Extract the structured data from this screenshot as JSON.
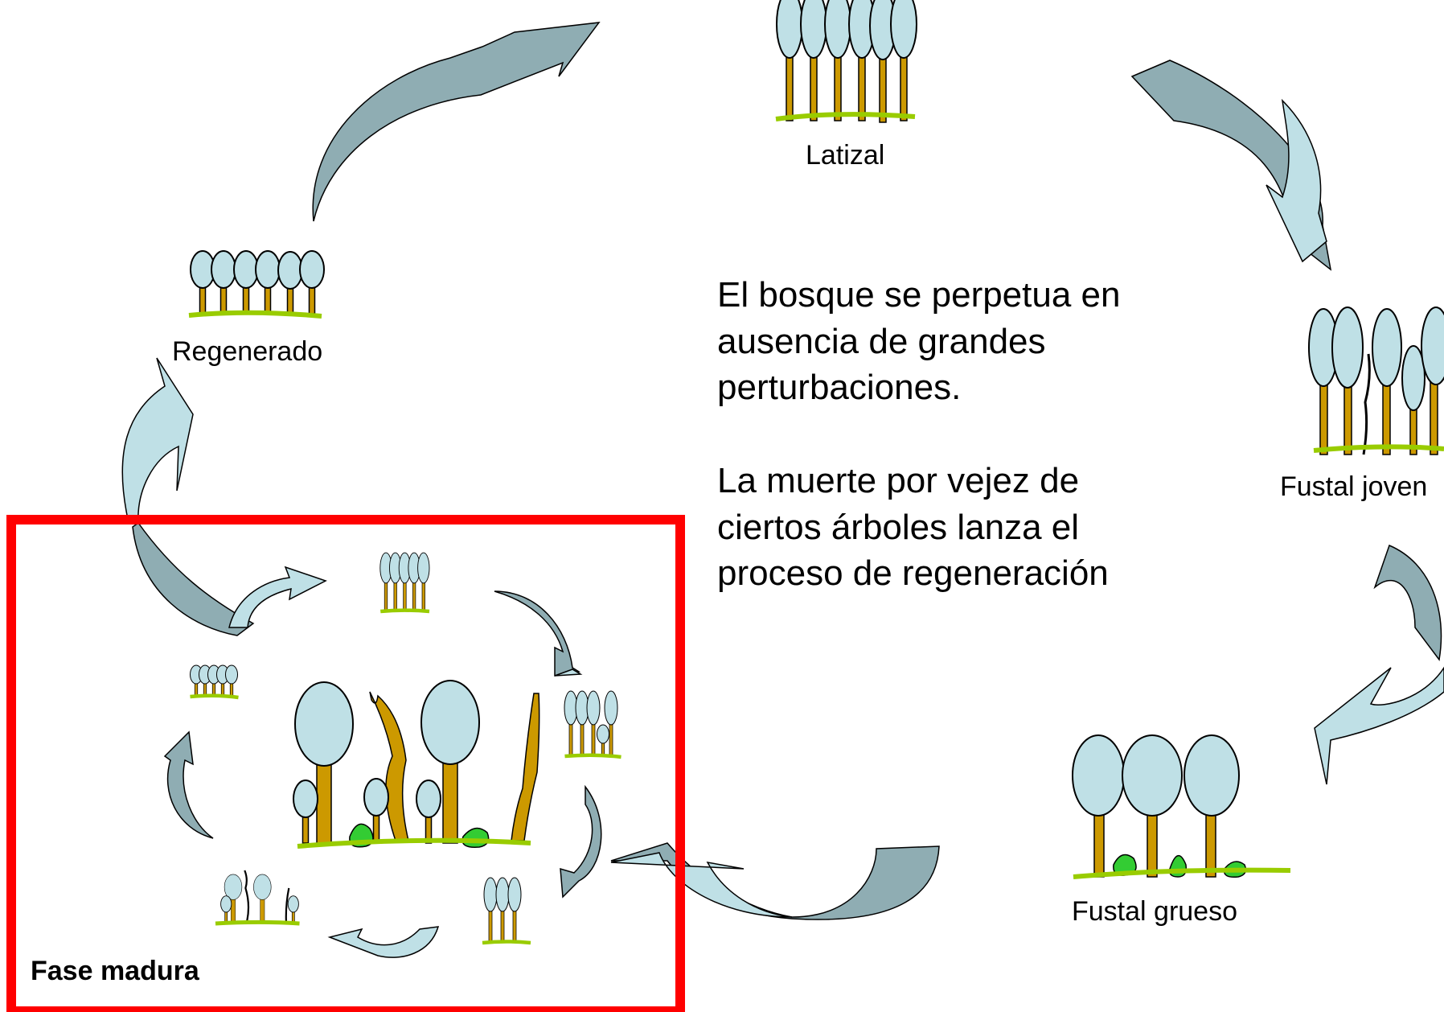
{
  "stages": {
    "latizal": "Latizal",
    "regenerado": "Regenerado",
    "fustal_joven": "Fustal joven",
    "fustal_grueso": "Fustal grueso"
  },
  "description": {
    "paragraph_1": "El bosque se perpetua en ausencia de grandes perturbaciones.",
    "paragraph_2": "La muerte por vejez de ciertos árboles lanza el proceso de regeneración"
  },
  "mature_phase": {
    "title": "Fase madura"
  },
  "colors": {
    "crown_fill": "#bfe0e6",
    "trunk": "#cc9900",
    "ground": "#99cc00",
    "shrub": "#33cc33",
    "arrow_dark": "#8fadb3",
    "arrow_light": "#bfe0e6",
    "frame": "#ff0000"
  }
}
